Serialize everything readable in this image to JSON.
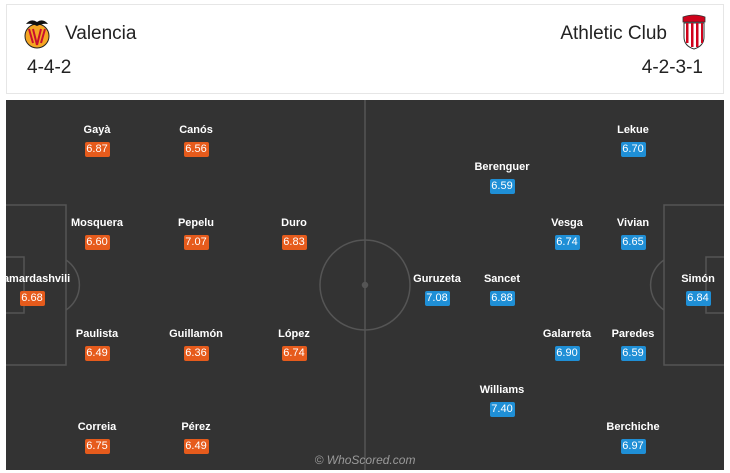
{
  "home": {
    "name": "Valencia",
    "formation": "4-4-2",
    "rating_color": "#e65b1c",
    "crest": "bat-crest-icon",
    "players": [
      {
        "name": "Gayà",
        "rating": "6.87"
      },
      {
        "name": "Canós",
        "rating": "6.56"
      },
      {
        "name": "Mosquera",
        "rating": "6.60"
      },
      {
        "name": "Pepelu",
        "rating": "7.07"
      },
      {
        "name": "Duro",
        "rating": "6.83"
      },
      {
        "name": "Mamardashvili",
        "rating": "6.68"
      },
      {
        "name": "Paulista",
        "rating": "6.49"
      },
      {
        "name": "Guillamón",
        "rating": "6.36"
      },
      {
        "name": "López",
        "rating": "6.74"
      },
      {
        "name": "Correia",
        "rating": "6.75"
      },
      {
        "name": "Pérez",
        "rating": "6.49"
      }
    ]
  },
  "away": {
    "name": "Athletic Club",
    "formation": "4-2-3-1",
    "rating_color": "#1f8fd6",
    "crest": "striped-shield-crest-icon",
    "players": [
      {
        "name": "Lekue",
        "rating": "6.70"
      },
      {
        "name": "Berenguer",
        "rating": "6.59"
      },
      {
        "name": "Vesga",
        "rating": "6.74"
      },
      {
        "name": "Vivian",
        "rating": "6.65"
      },
      {
        "name": "Guruzeta",
        "rating": "7.08"
      },
      {
        "name": "Sancet",
        "rating": "6.88"
      },
      {
        "name": "Simón",
        "rating": "6.84"
      },
      {
        "name": "Galarreta",
        "rating": "6.90"
      },
      {
        "name": "Paredes",
        "rating": "6.59"
      },
      {
        "name": "Williams",
        "rating": "7.40"
      },
      {
        "name": "Berchiche",
        "rating": "6.97"
      }
    ]
  },
  "pitch": {
    "background": "#333333",
    "line_color": "#555555"
  },
  "watermark": "© WhoScored.com"
}
